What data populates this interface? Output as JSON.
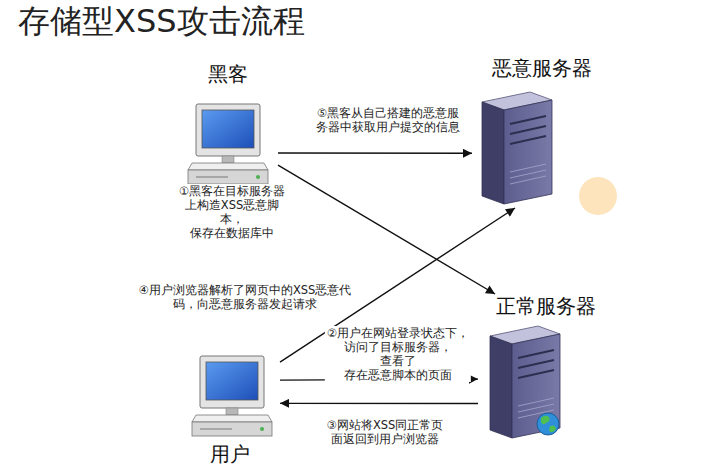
{
  "diagram": {
    "title": "存储型XSS攻击流程",
    "nodes": [
      {
        "text": [
          "黑客"
        ]
      },
      {
        "text": [
          "恶意服务器"
        ]
      },
      {
        "text": [
          "正常服务器"
        ]
      },
      {
        "text": [
          "用户"
        ]
      }
    ],
    "edges": [
      {
        "from": 0,
        "to": 2,
        "arrow": "to",
        "label": "①黑客在目标服务器 上构造XSS恶意脚 本，保存在数据库中"
      },
      {
        "from": 3,
        "to": 2,
        "arrow": "to",
        "label": "②用户在网站登录状态下， 访问了目标服务器，查看了 存在恶意脚本的页面"
      },
      {
        "from": 2,
        "to": 3,
        "arrow": "to",
        "label": "③网站将XSS同正常页 面返回到用户浏览器"
      },
      {
        "from": 3,
        "to": 1,
        "arrow": "to",
        "label": "④用户浏览器解析了网页中的XSS恶意代 码，向恶意服务器发起请求"
      },
      {
        "from": 0,
        "to": 1,
        "arrow": "to",
        "label": "⑤黑客从自己搭建的恶意服 务器中获取用户提交的信息"
      }
    ]
  }
}
